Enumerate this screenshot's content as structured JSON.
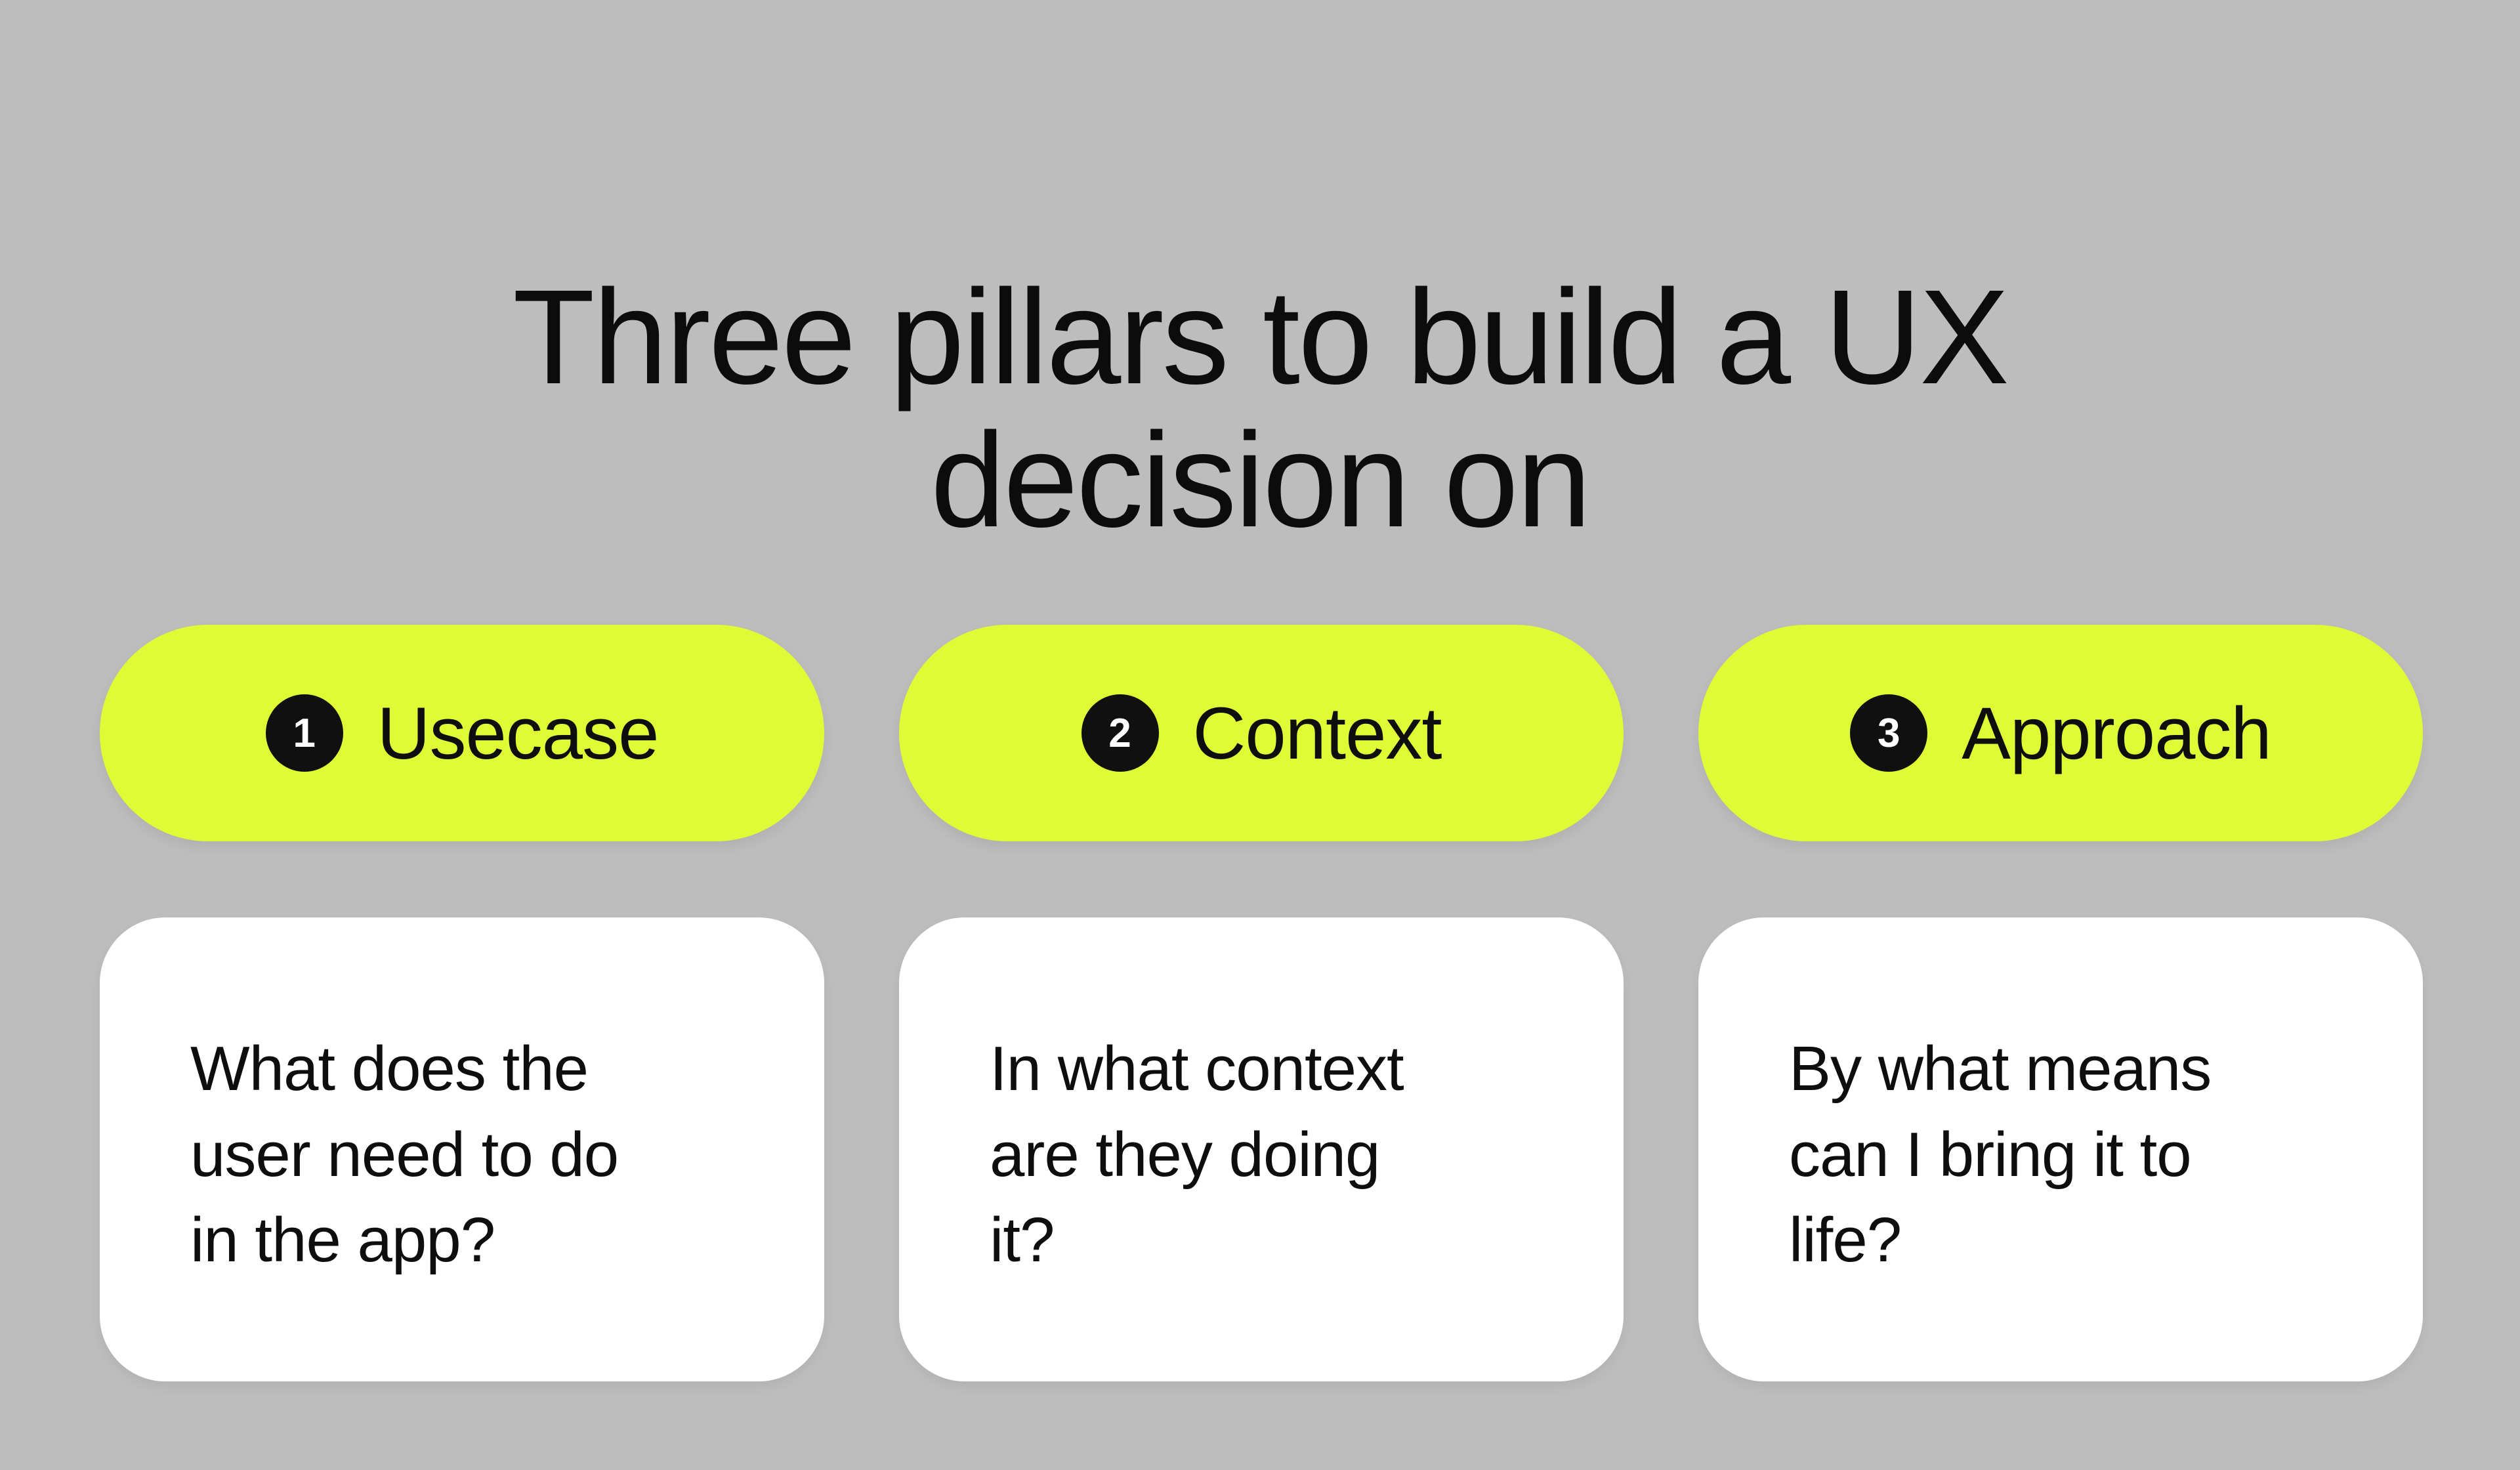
{
  "title": "Three pillars to build a UX\ndecision on",
  "colors": {
    "background": "#bdbdbd",
    "pill": "#defb36",
    "card": "#ffffff",
    "text": "#0e0e0e",
    "badge_bg": "#101010",
    "badge_text": "#ffffff"
  },
  "pillars": [
    {
      "number": "1",
      "label": "Usecase",
      "question": "What does the\nuser need to do\nin the app?"
    },
    {
      "number": "2",
      "label": "Context",
      "question": "In what context\nare they doing\nit?"
    },
    {
      "number": "3",
      "label": "Approach",
      "question": "By what means\ncan I bring it to\nlife?"
    }
  ]
}
